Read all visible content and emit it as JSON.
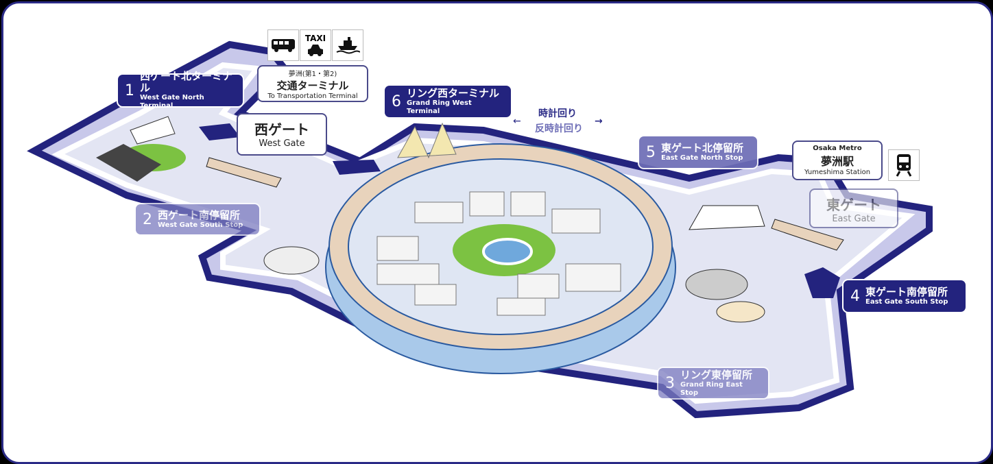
{
  "colors": {
    "navy": "#23237e",
    "mid": "#6d6db6",
    "pale": "#c8c8ea",
    "ring": "#e8d3bc",
    "green": "#7cc242"
  },
  "transport_icons": [
    {
      "icon": "bus-icon"
    },
    {
      "icon": "taxi-icon",
      "label": "TAXI"
    },
    {
      "icon": "ferry-icon"
    }
  ],
  "transport_terminal": {
    "sub": "夢洲(第1・第2)",
    "jp": "交通ターミナル",
    "en": "To Transportation Terminal"
  },
  "stops": [
    {
      "num": "1",
      "jp": "西ゲート北ターミナル",
      "en": "West Gate North Terminal"
    },
    {
      "num": "2",
      "jp": "西ゲート南停留所",
      "en": "West Gate South Stop"
    },
    {
      "num": "3",
      "jp": "リング東停留所",
      "en": "Grand Ring East Stop"
    },
    {
      "num": "4",
      "jp": "東ゲート南停留所",
      "en": "East Gate South Stop"
    },
    {
      "num": "5",
      "jp": "東ゲート北停留所",
      "en": "East Gate North Stop"
    },
    {
      "num": "6",
      "jp": "リング西ターミナル",
      "en": "Grand Ring West Terminal"
    }
  ],
  "west_gate": {
    "jp": "西ゲート",
    "en": "West Gate"
  },
  "east_gate": {
    "jp": "東ゲート",
    "en": "East Gate"
  },
  "station": {
    "line": "Osaka Metro",
    "jp": "夢洲駅",
    "en": "Yumeshima Station",
    "icon": "train-icon"
  },
  "direction": {
    "cw": "時計回り",
    "ccw": "反時計回り",
    "left_arrow": "←",
    "right_arrow": "→"
  }
}
